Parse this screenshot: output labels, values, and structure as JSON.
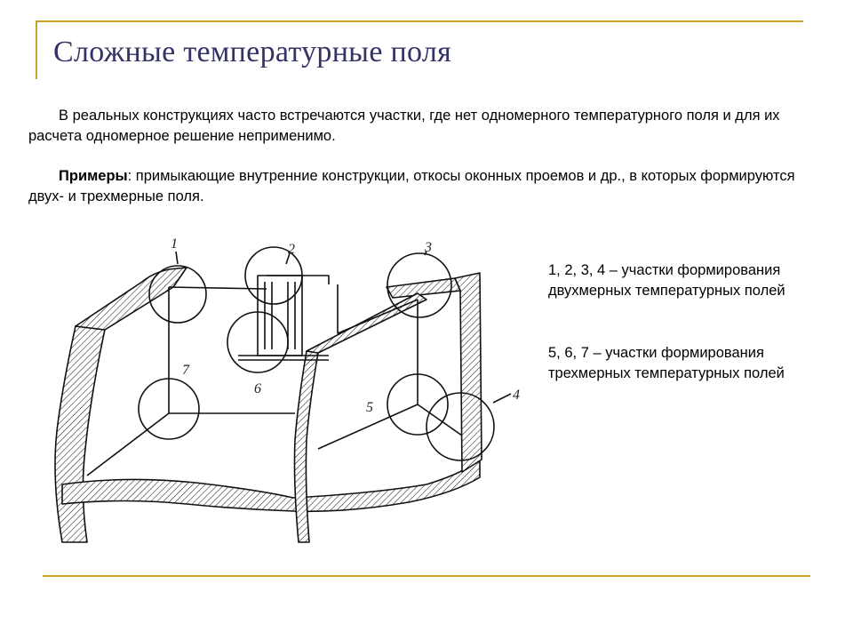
{
  "title": "Сложные температурные поля",
  "paragraph1": "В реальных конструкциях часто встречаются участки, где нет одномерного температурного поля и для их расчета одномерное решение неприменимо.",
  "paragraph2": {
    "bold": "Примеры",
    "rest": ": примыкающие внутренние конструкции, откосы оконных проемов и др., в которых формируются двух- и трехмерные поля."
  },
  "legend": {
    "two_d": "1, 2, 3, 4 – участки формирования двухмерных температурных полей",
    "three_d": "5, 6, 7 – участки формирования трехмерных температурных полей"
  },
  "diagram_labels": {
    "l1": "1",
    "l2": "2",
    "l3": "3",
    "l4": "4",
    "l5": "5",
    "l6": "6",
    "l7": "7"
  },
  "colors": {
    "frame": "#c9a227",
    "title": "#333366"
  }
}
